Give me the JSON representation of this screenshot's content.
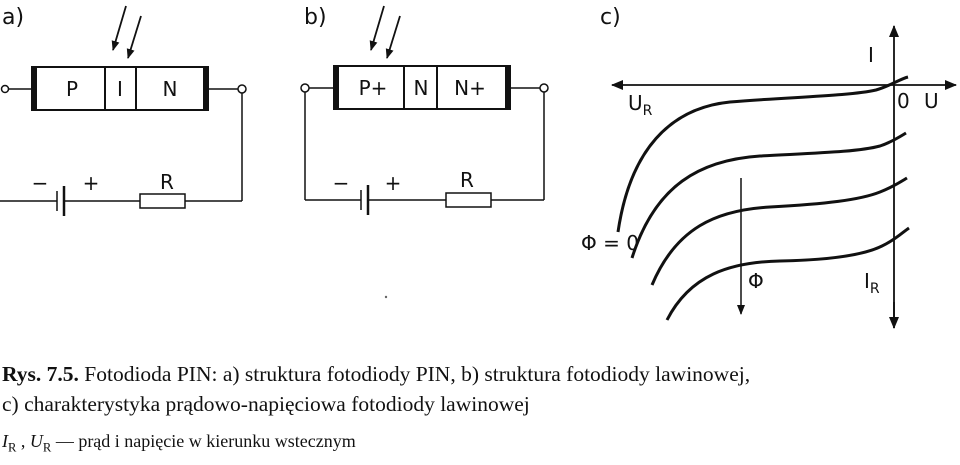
{
  "panels": {
    "a": {
      "tag": "a)",
      "layers": [
        "P",
        "I",
        "N"
      ],
      "resistor": "R",
      "minus": "−",
      "plus": "+"
    },
    "b": {
      "tag": "b)",
      "layers": [
        "P+",
        "N",
        "N+"
      ],
      "resistor": "R",
      "minus": "−",
      "plus": "+"
    },
    "c": {
      "tag": "c)",
      "axis_i": "I",
      "axis_u": "U",
      "axis_ur": "U",
      "axis_ur_sub": "R",
      "axis_ir": "I",
      "axis_ir_sub": "R",
      "origin": "0",
      "phi_zero": "Φ = 0",
      "phi": "Φ"
    }
  },
  "caption": {
    "line1_label": "Rys. 7.5.",
    "line1_text": "Fotodioda PIN: a) struktura fotodiody PIN, b) struktura fotodiody lawinowej,",
    "line2": "c) charakterystyka prądowo-napięciowa fotodiody lawinowej",
    "line3_i": "I",
    "line3_i_sub": "R",
    "line3_sep": " , ",
    "line3_u": "U",
    "line3_u_sub": "R",
    "line3_text": " — prąd i napięcie w kierunku wstecznym"
  }
}
